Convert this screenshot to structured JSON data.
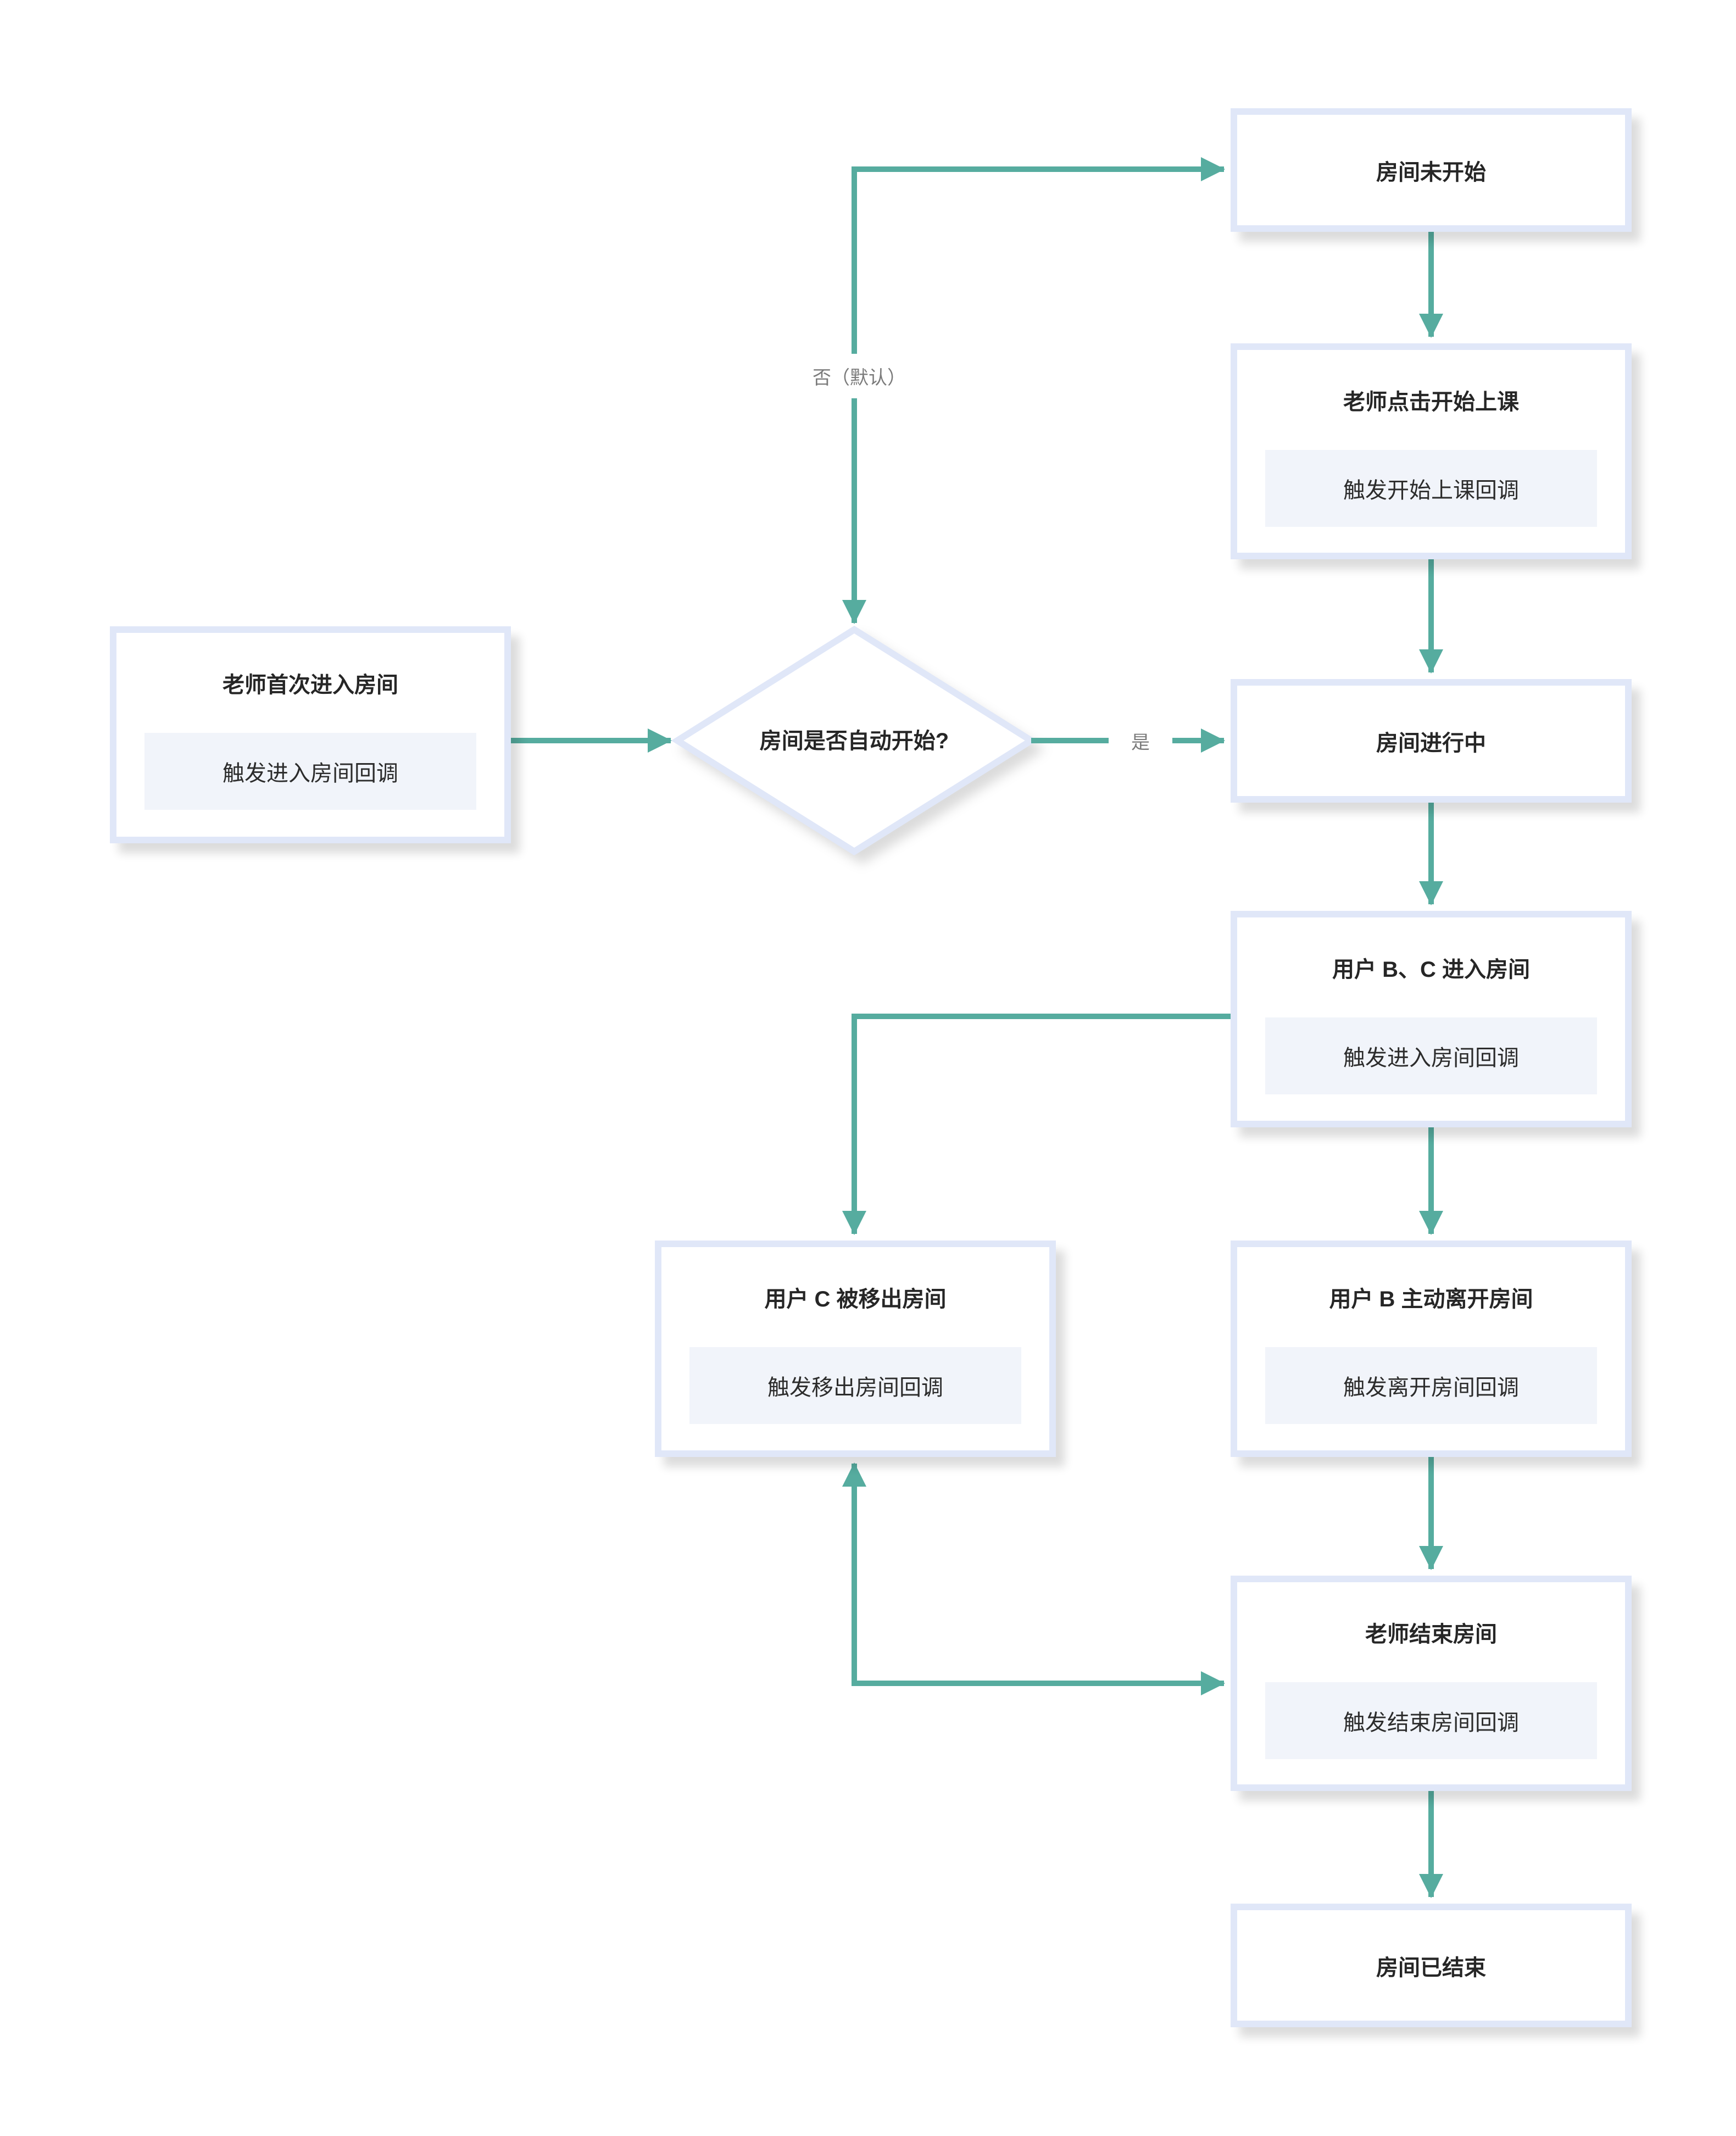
{
  "diagram": {
    "colors": {
      "accent": "#56ac9f",
      "node_border": "#e0e7f8",
      "callback_bg": "#f1f4fa",
      "title_text": "#262626",
      "edge_label_text": "#7b7b7b"
    },
    "nodes": {
      "room_not_started": {
        "title": "房间未开始"
      },
      "teacher_click_start": {
        "title": "老师点击开始上课",
        "callback": "触发开始上课回调"
      },
      "room_in_progress": {
        "title": "房间进行中"
      },
      "users_bc_enter": {
        "title": "用户 B、C 进入房间",
        "callback": "触发进入房间回调"
      },
      "user_b_leave": {
        "title": "用户 B 主动离开房间",
        "callback": "触发离开房间回调"
      },
      "teacher_end_room": {
        "title": "老师结束房间",
        "callback": "触发结束房间回调"
      },
      "room_ended": {
        "title": "房间已结束"
      },
      "user_c_removed": {
        "title": "用户 C 被移出房间",
        "callback": "触发移出房间回调"
      },
      "teacher_first_enter": {
        "title": "老师首次进入房间",
        "callback": "触发进入房间回调"
      },
      "auto_start_decision": {
        "title": "房间是否自动开始?"
      }
    },
    "edge_labels": {
      "no_default": "否（默认）",
      "yes": "是"
    }
  }
}
